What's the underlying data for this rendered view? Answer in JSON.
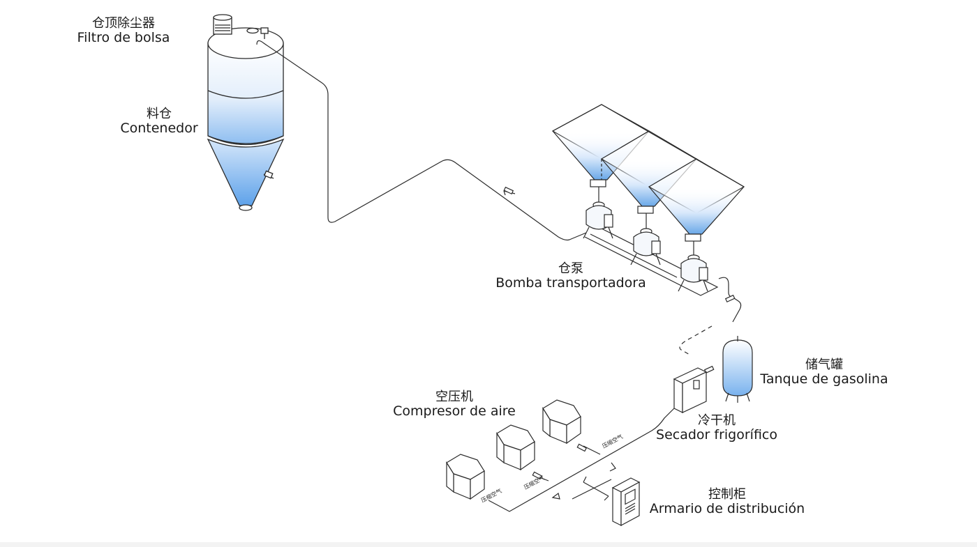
{
  "labels": {
    "bag_filter": {
      "zh": "仓顶除尘器",
      "es": "Filtro de bolsa"
    },
    "container": {
      "zh": "料仓",
      "es": "Contenedor"
    },
    "pump": {
      "zh": "仓泵",
      "es": "Bomba transportadora"
    },
    "gas_tank": {
      "zh": "储气罐",
      "es": "Tanque de gasolina"
    },
    "dryer": {
      "zh": "冷干机",
      "es": "Secador frigorífico"
    },
    "compressor": {
      "zh": "空压机",
      "es": "Compresor de aire"
    },
    "cabinet": {
      "zh": "控制柜",
      "es": "Armario de distribución"
    }
  },
  "pipe_tags": [
    "压缩空气",
    "压缩空气",
    "压缩空气"
  ],
  "colors": {
    "fill_blue": "#6aa8e8",
    "line": "#2a2a2a"
  }
}
